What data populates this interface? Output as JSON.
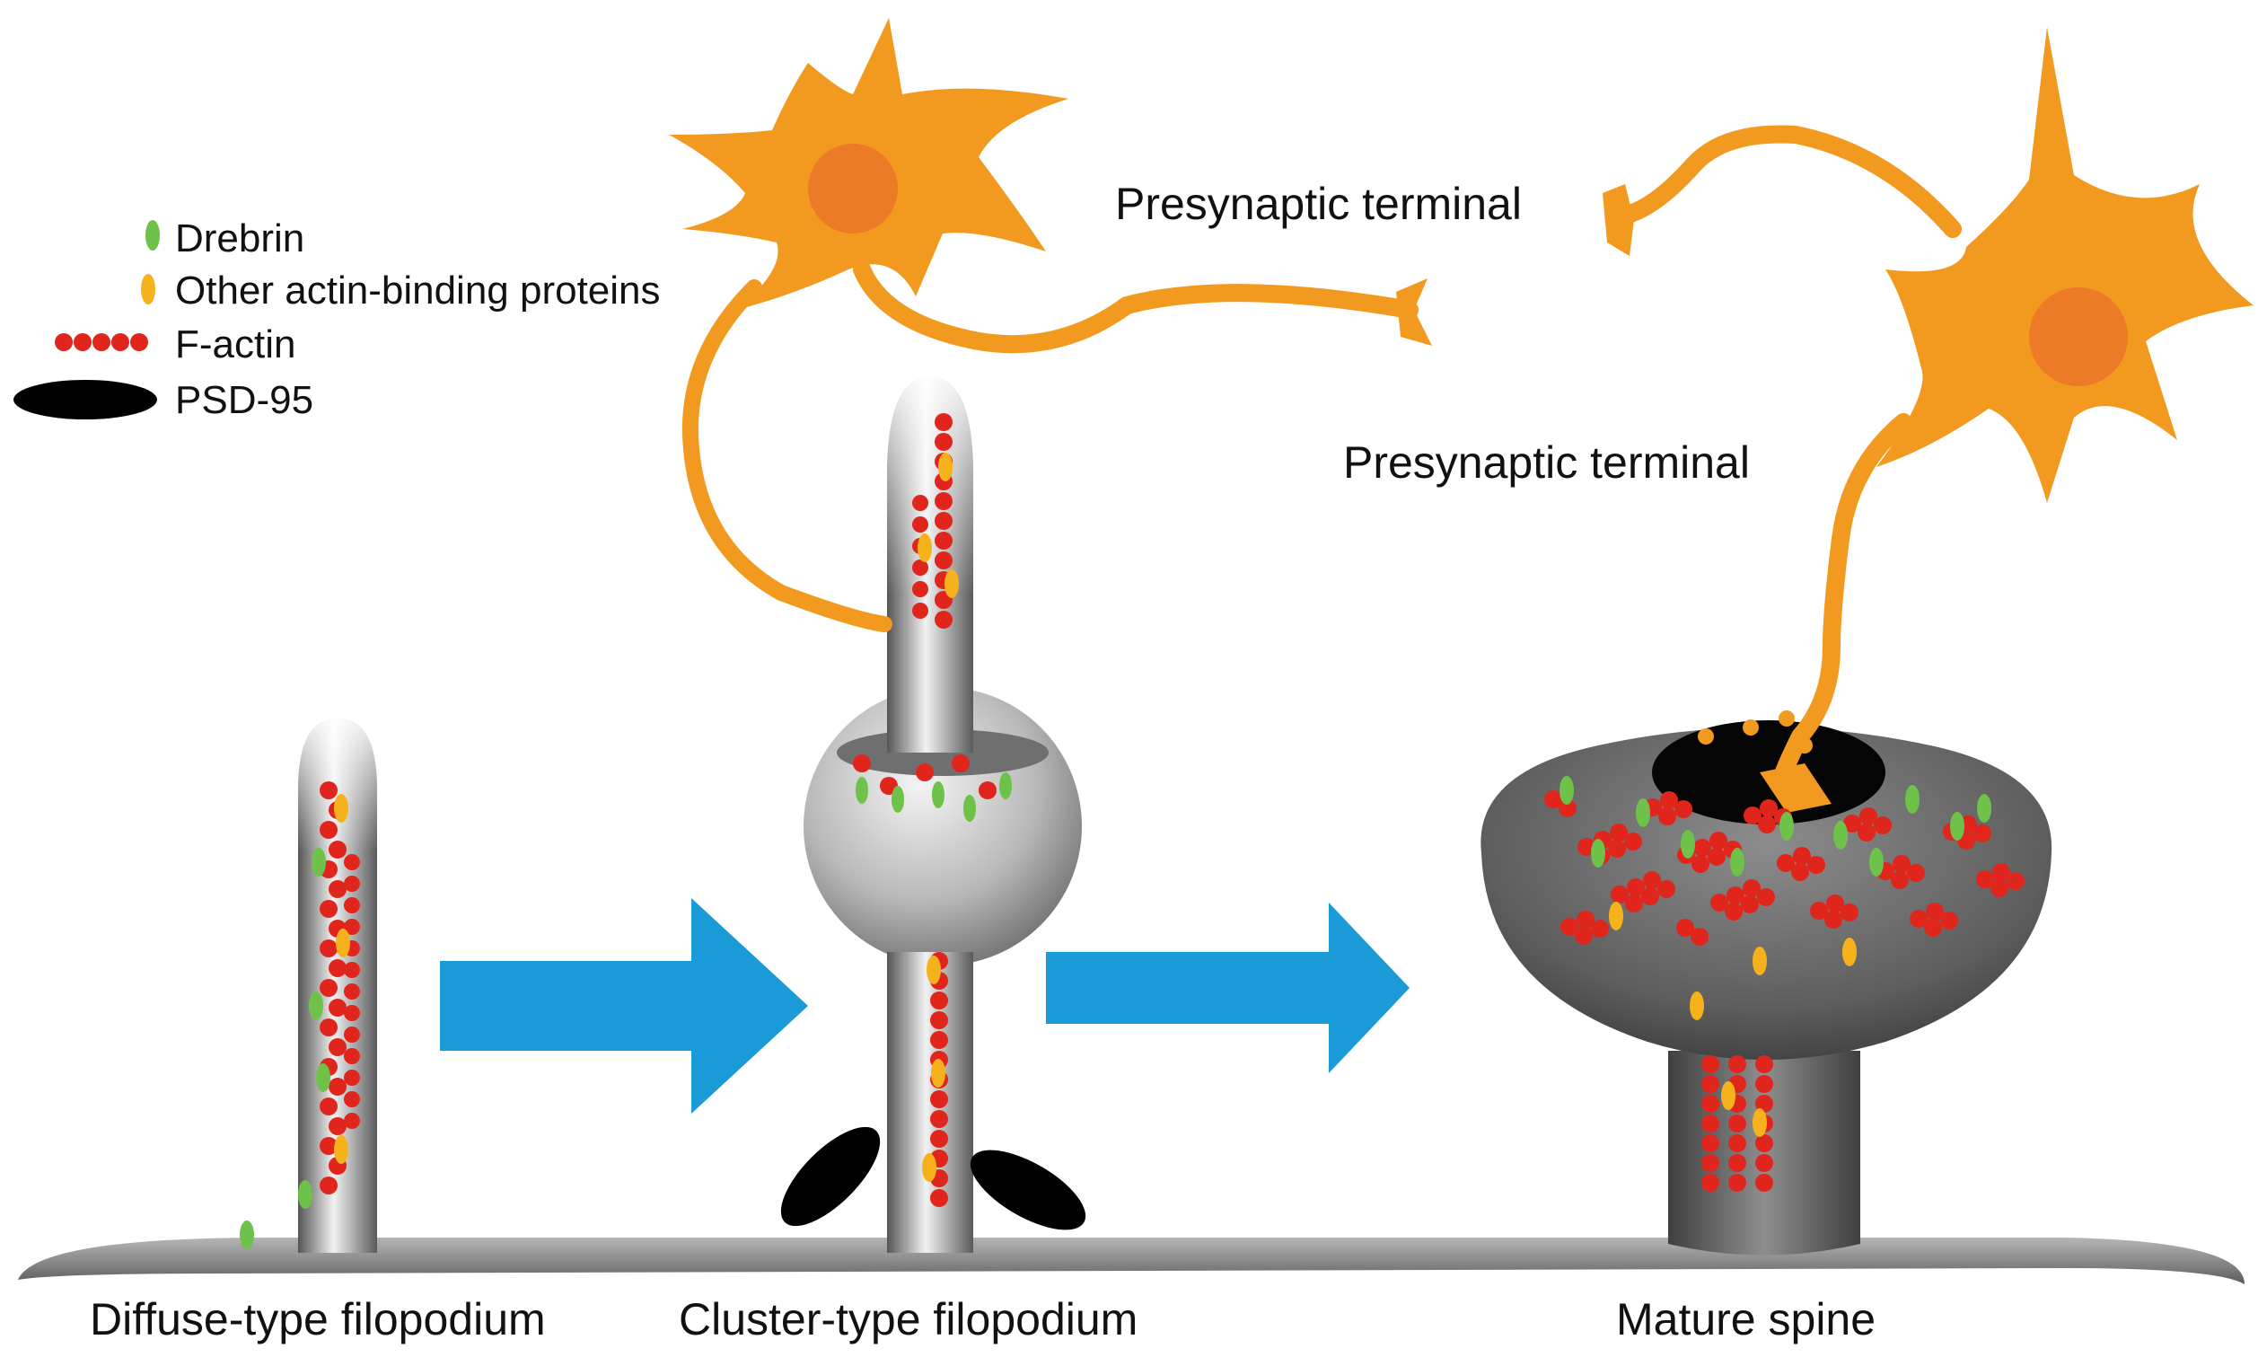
{
  "legend": {
    "items": [
      {
        "label": "Drebrin",
        "symbol": "green-oval"
      },
      {
        "label": "Other actin-binding proteins",
        "symbol": "yellow-oval"
      },
      {
        "label": "F-actin",
        "symbol": "red-bead-chain"
      },
      {
        "label": "PSD-95",
        "symbol": "black-ellipse"
      }
    ]
  },
  "labels": {
    "terminal_1": "Presynaptic terminal",
    "terminal_2": "Presynaptic terminal",
    "stage_1": "Diffuse-type filopodium",
    "stage_2": "Cluster-type filopodium",
    "stage_3": "Mature spine"
  },
  "colors": {
    "neuron": "#f29a1f",
    "nucleus": "#ec7a26",
    "drebrin": "#6ec24a",
    "abp": "#f5b21c",
    "factin": "#e0261c",
    "psd95": "#000000",
    "arrow": "#1b9ad8",
    "membrane": "#8a8a8a"
  }
}
